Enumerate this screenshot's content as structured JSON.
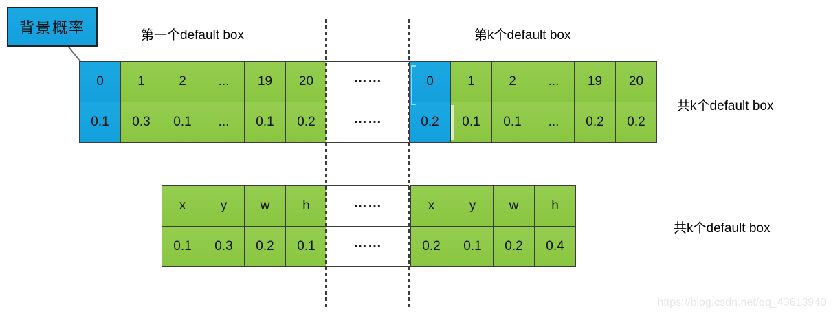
{
  "callout": {
    "label": "背景概率"
  },
  "labels": {
    "first_box": "第一个default box",
    "kth_box": "第k个default box",
    "total_top": "共k个default box",
    "total_bottom": "共k个default box"
  },
  "ellipsis": {
    "wide": "……"
  },
  "chart_data": {
    "type": "table",
    "tables": [
      {
        "name": "class-probabilities-first-default-box",
        "header": [
          "0",
          "1",
          "2",
          "...",
          "19",
          "20"
        ],
        "values": [
          "0.1",
          "0.3",
          "0.1",
          "...",
          "0.1",
          "0.2"
        ],
        "highlight": "column 0 (background class) is blue"
      },
      {
        "name": "class-probabilities-kth-default-box",
        "header": [
          "0",
          "1",
          "2",
          "...",
          "19",
          "20"
        ],
        "values": [
          "0.2",
          "0.1",
          "0.1",
          "...",
          "0.2",
          "0.2"
        ],
        "highlight": "column 0 (background class) is blue"
      },
      {
        "name": "location-offsets-first-default-box",
        "header": [
          "x",
          "y",
          "w",
          "h"
        ],
        "values": [
          "0.1",
          "0.3",
          "0.2",
          "0.1"
        ]
      },
      {
        "name": "location-offsets-kth-default-box",
        "header": [
          "x",
          "y",
          "w",
          "h"
        ],
        "values": [
          "0.2",
          "0.1",
          "0.2",
          "0.4"
        ]
      }
    ]
  },
  "cls1": {
    "h0": "0",
    "h1": "1",
    "h2": "2",
    "h3": "...",
    "h4": "19",
    "h5": "20",
    "v0": "0.1",
    "v1": "0.3",
    "v2": "0.1",
    "v3": "...",
    "v4": "0.1",
    "v5": "0.2"
  },
  "clsk": {
    "h0": "0",
    "h1": "1",
    "h2": "2",
    "h3": "...",
    "h4": "19",
    "h5": "20",
    "v0": "0.2",
    "v1": "0.1",
    "v2": "0.1",
    "v3": "...",
    "v4": "0.2",
    "v5": "0.2"
  },
  "loc1": {
    "h0": "x",
    "h1": "y",
    "h2": "w",
    "h3": "h",
    "v0": "0.1",
    "v1": "0.3",
    "v2": "0.2",
    "v3": "0.1"
  },
  "lock": {
    "h0": "x",
    "h1": "y",
    "h2": "w",
    "h3": "h",
    "v0": "0.2",
    "v1": "0.1",
    "v2": "0.2",
    "v3": "0.4"
  },
  "watermark": "https://blog.csdn.net/qq_43613940",
  "colors": {
    "blue": "#149fdd",
    "green": "#8cc646",
    "border": "#3c3c3c",
    "watermark_gray": "#e7e7e9"
  }
}
